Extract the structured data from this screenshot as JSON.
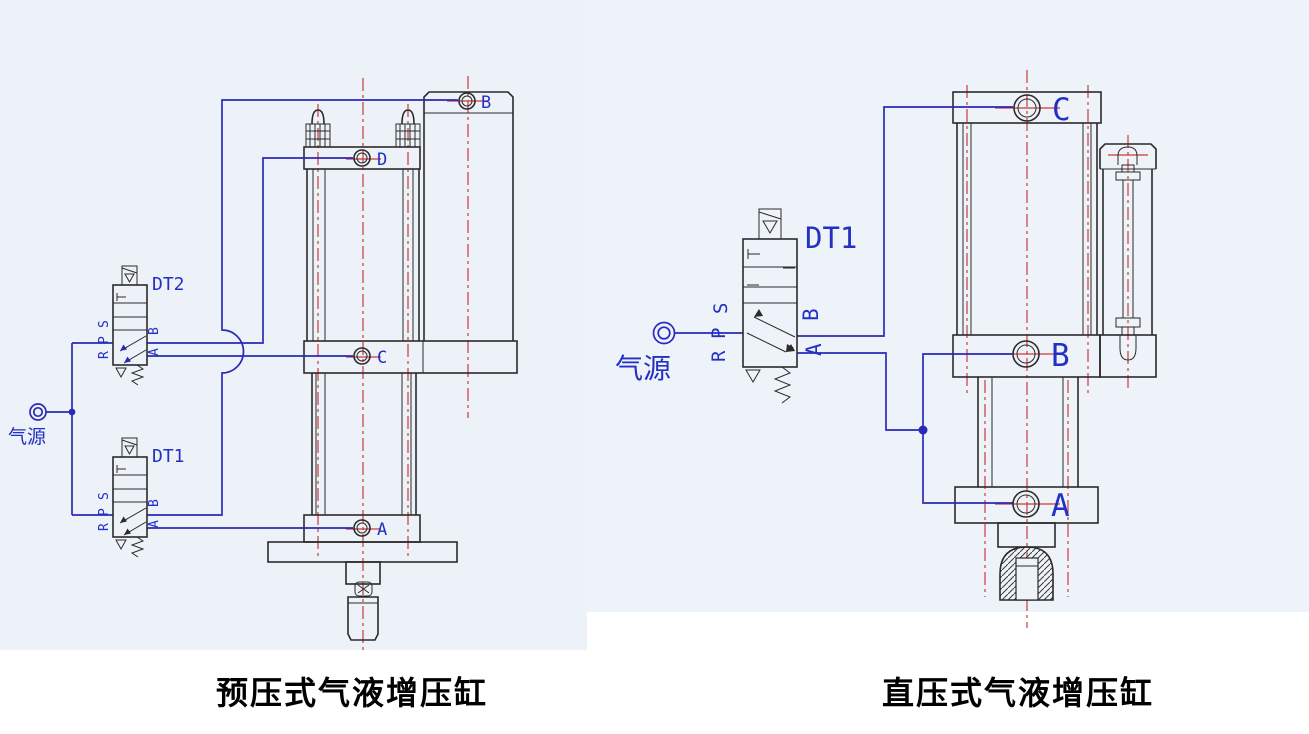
{
  "colors": {
    "background_panel": "#edf1f8",
    "outline": "#2b2b2b",
    "pipe_blue": "#2a2ab8",
    "centerline_red": "#cb3b3b",
    "label_blue": "#2230c4",
    "caption_black": "#000000"
  },
  "left_diagram": {
    "caption": "预压式气液增压缸",
    "air_source_label": "气源",
    "port_labels": {
      "b": "B",
      "d": "D",
      "c": "C",
      "a": "A"
    },
    "valves": [
      {
        "name": "DT2",
        "side_ports": [
          "S",
          "P",
          "R"
        ],
        "out_ports": [
          "B",
          "A"
        ]
      },
      {
        "name": "DT1",
        "side_ports": [
          "S",
          "P",
          "R"
        ],
        "out_ports": [
          "B",
          "A"
        ]
      }
    ]
  },
  "right_diagram": {
    "caption": "直压式气液增压缸",
    "air_source_label": "气源",
    "port_labels": {
      "c": "C",
      "b": "B",
      "a": "A"
    },
    "valve": {
      "name": "DT1",
      "side_ports": [
        "S",
        "P",
        "R"
      ],
      "out_ports": [
        "B",
        "A"
      ]
    }
  }
}
